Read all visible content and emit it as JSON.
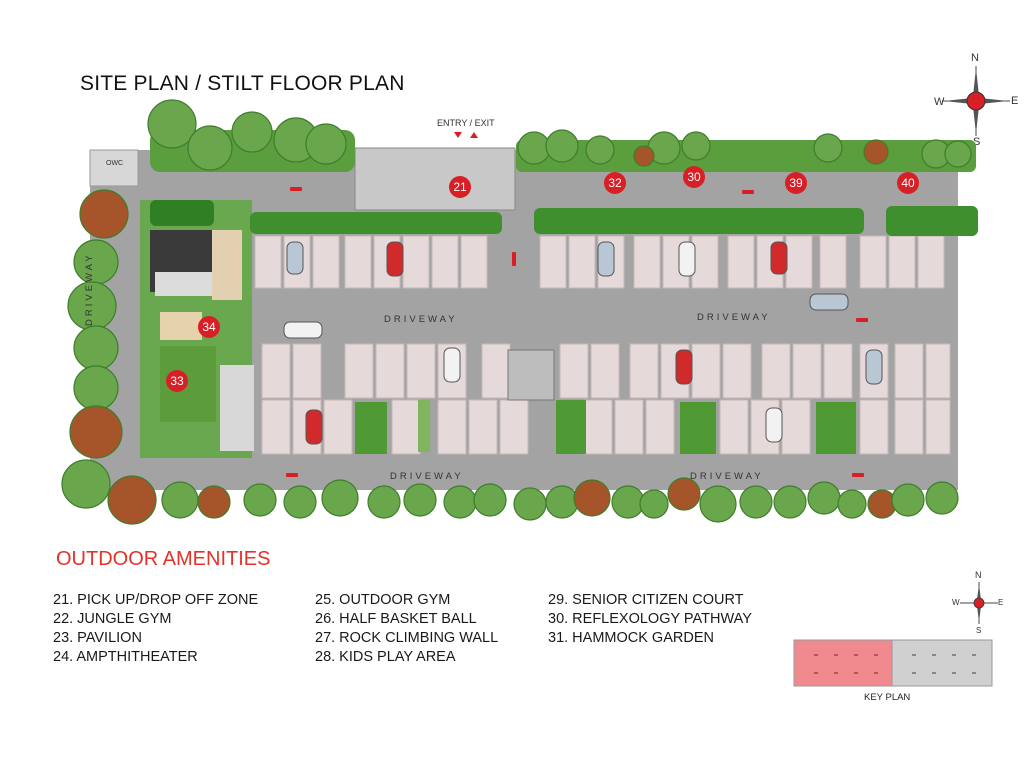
{
  "title": "SITE PLAN / STILT FLOOR PLAN",
  "compass": {
    "n": "N",
    "s": "S",
    "e": "E",
    "w": "W"
  },
  "entry_label": "ENTRY / EXIT",
  "labels": {
    "owc": "OWC",
    "driveway": "DRIVEWAY"
  },
  "markers": [
    "21",
    "32",
    "30",
    "39",
    "40",
    "34",
    "33"
  ],
  "amenities": {
    "title": "OUTDOOR AMENITIES",
    "col1": [
      "21. PICK UP/DROP OFF ZONE",
      "22. JUNGLE GYM",
      "23. PAVILION",
      "24. AMPTHITHEATER"
    ],
    "col2": [
      "25. OUTDOOR GYM",
      "26. HALF BASKET BALL",
      "27. ROCK CLIMBING WALL",
      "28. KIDS PLAY AREA"
    ],
    "col3": [
      "29. SENIOR CITIZEN COURT",
      "30. REFLEXOLOGY PATHWAY",
      "31. HAMMOCK GARDEN"
    ]
  },
  "key_plan": {
    "label": "KEY PLAN",
    "highlight_color": "#f08a8e",
    "rest_color": "#cfcfcf"
  },
  "colors": {
    "marker": "#d81f26",
    "title_accent": "#e53228",
    "paving": "#9a9a9a",
    "parking": "#e8dada",
    "green": "#4e9a3a"
  }
}
